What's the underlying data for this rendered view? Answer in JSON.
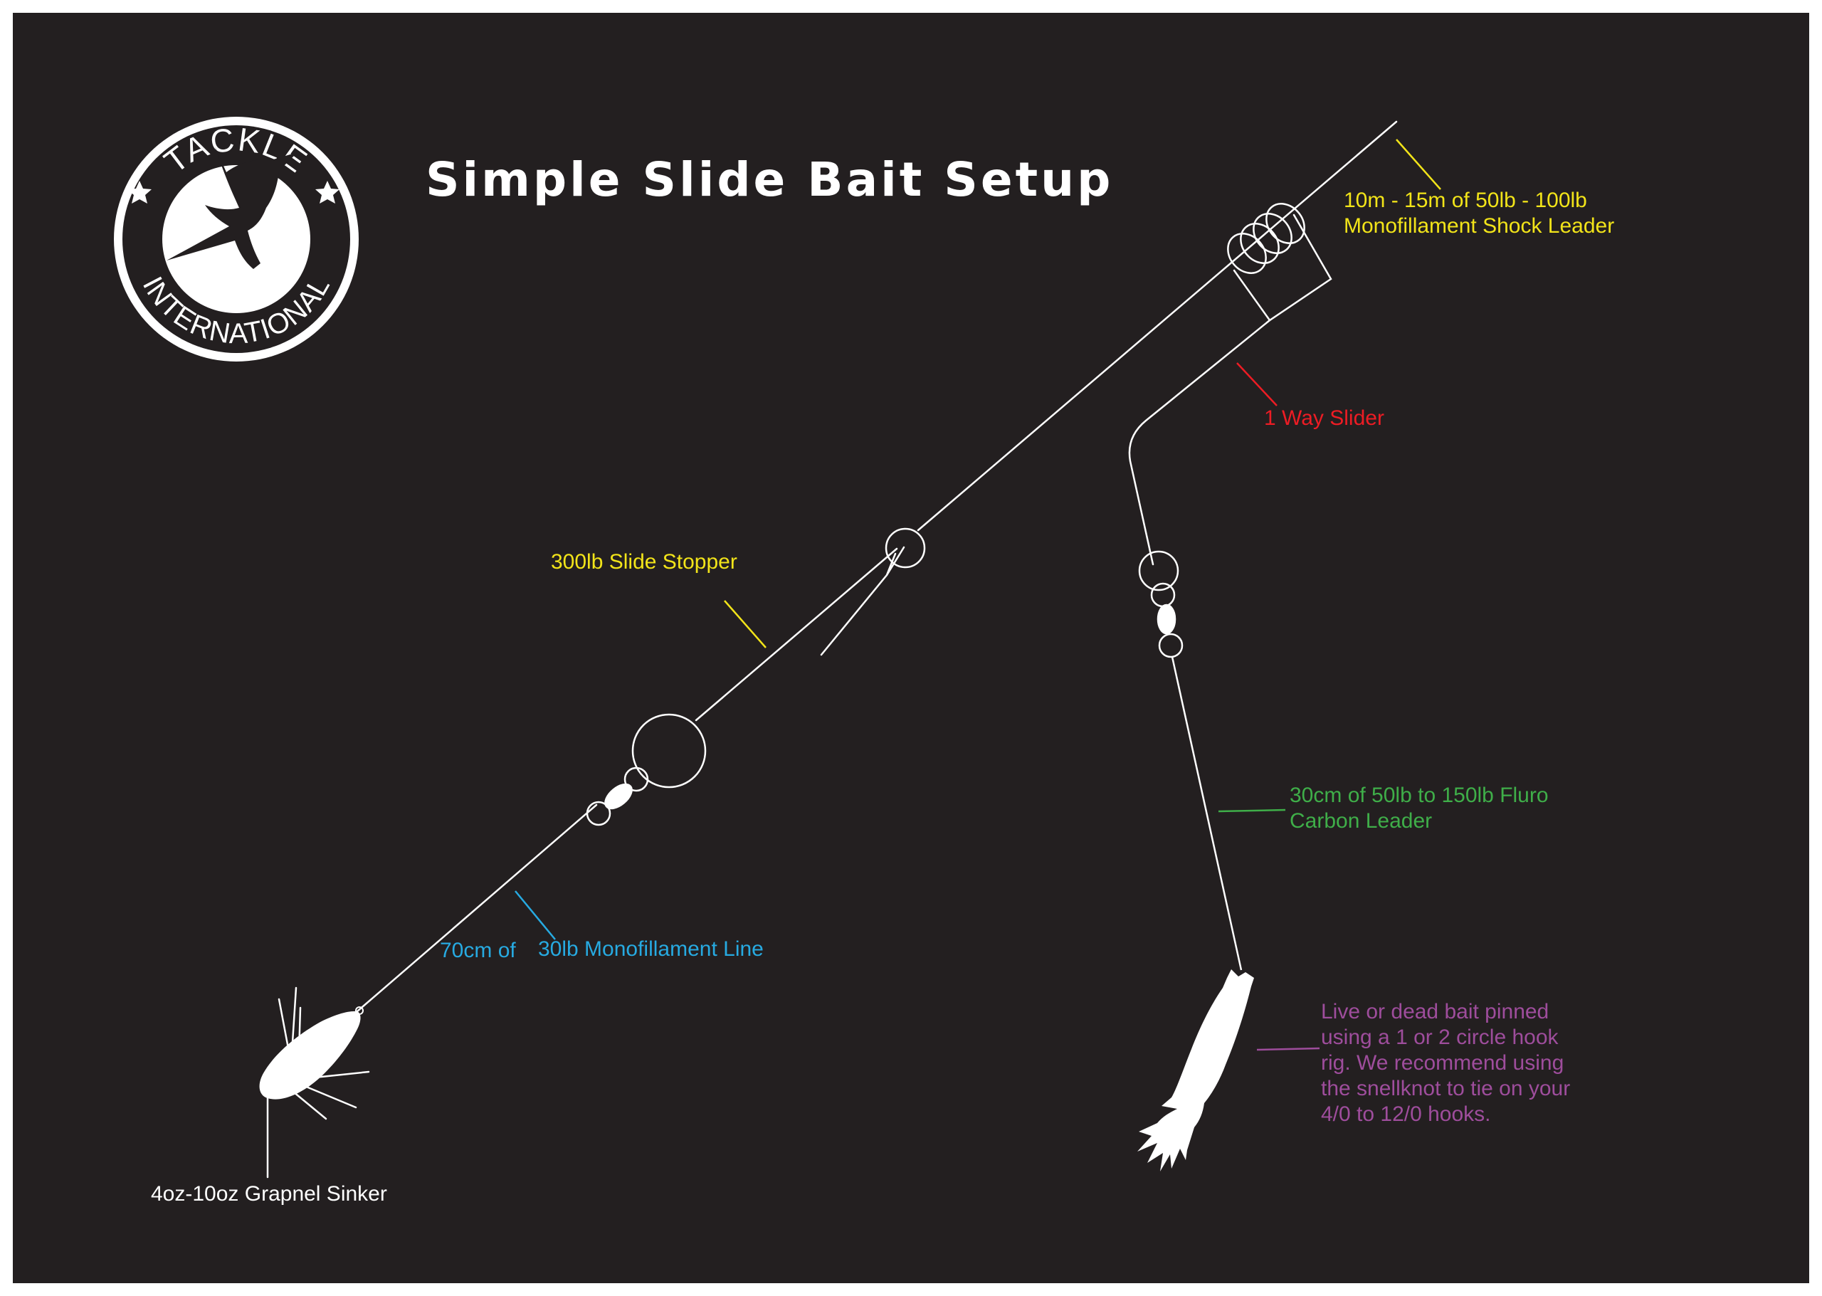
{
  "logo": {
    "top_text": "TACKLE",
    "bottom_text": "INTERNATIONAL"
  },
  "title": "Simple Slide Bait Setup",
  "labels": {
    "shock_leader": "10m - 15m of 50lb - 100lb\nMonofillament Shock Leader",
    "one_way_slider": "1 Way Slider",
    "slide_stopper": "300lb Slide Stopper",
    "fluro_leader": "30cm of 50lb to 150lb Fluro\nCarbon Leader",
    "mono_line_prefix": "70cm of",
    "mono_line": "30lb Monofillament Line",
    "bait": "Live or dead bait pinned\nusing a 1 or 2 circle hook\nrig. We recommend using\nthe snellknot to tie on your\n4/0 to 12/0 hooks.",
    "sinker": "4oz-10oz Grapnel Sinker"
  },
  "colors": {
    "background": "#231f20",
    "line": "#ffffff",
    "yellow": "#f2e419",
    "red": "#ed1c24",
    "green": "#3fae49",
    "blue": "#27aae1",
    "purple": "#9e4d9c"
  }
}
